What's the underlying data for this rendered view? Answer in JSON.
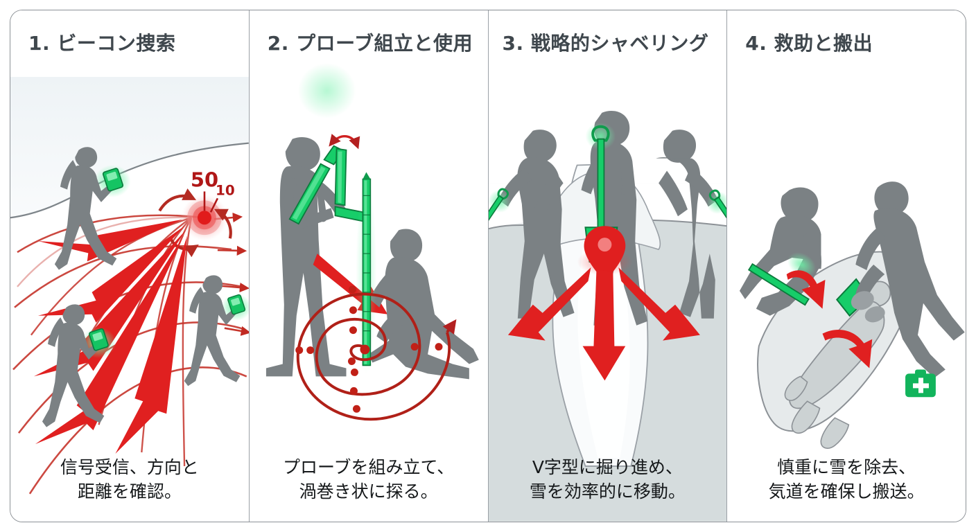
{
  "infographic": {
    "subject": "avalanche-rescue-four-steps",
    "panel_count": 4
  },
  "panels": [
    {
      "id": "beacon-search",
      "number": "1.",
      "title": "1. ビーコン捜索",
      "caption_line1": "信号受信、方向と",
      "caption_line2": "距離を確認。",
      "labels": {
        "distance_far": "50",
        "distance_near": "10"
      },
      "shaded": false
    },
    {
      "id": "probe-assembly",
      "number": "2.",
      "title": "2. プローブ組立と使用",
      "caption_line1": "プローブを組み立て、",
      "caption_line2": "渦巻き状に探る。",
      "labels": {},
      "shaded": false
    },
    {
      "id": "strategic-shoveling",
      "number": "3.",
      "title": "3. 戦略的シャベリング",
      "caption_line1": "V字型に掘り進め、",
      "caption_line2": "雪を効率的に移動。",
      "labels": {},
      "shaded": true
    },
    {
      "id": "rescue-extraction",
      "number": "4.",
      "title": "4. 救助と搬出",
      "caption_line1": "慎重に雪を除去、",
      "caption_line2": "気道を確保し搬送。",
      "labels": {},
      "shaded": false
    }
  ],
  "colors": {
    "frame_border": "#8c9196",
    "divider": "#9aa0a6",
    "title_text": "#3f474d",
    "caption_text": "#15181a",
    "figure_gray": "#7b8184",
    "figure_gray_dark": "#6a7073",
    "arrow_red": "#e02020",
    "arrow_red_dark": "#b32020",
    "flux_red": "#c12a22",
    "equipment_green": "#15c463",
    "equipment_green_dark": "#0f9c4d",
    "glow_green": "#6cf0a6",
    "snow_gray": "#d5dcdd",
    "snow_outline": "#8c9196",
    "panel_shaded_bg": "#eceff0",
    "target_core": "#e11b1b",
    "firstaid_green": "#12b45c"
  },
  "icons": {
    "beacon_device": "beacon-transceiver-icon",
    "probe": "avalanche-probe-icon",
    "shovel": "snow-shovel-icon",
    "location_pin": "location-pin-icon",
    "first_aid_kit": "first-aid-kit-icon"
  }
}
